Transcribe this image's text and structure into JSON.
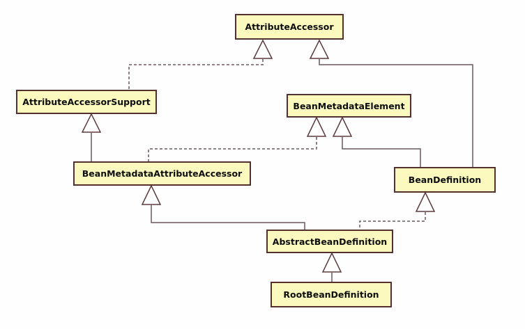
{
  "diagram": {
    "kind": "uml-class-inheritance-diagram",
    "colors": {
      "box_fill": "#fbf9bd",
      "box_border": "#53302e",
      "line": "#6d575a",
      "text": "#0d0d0d",
      "background": "#ffffff"
    },
    "classes": [
      {
        "id": "attribute-accessor",
        "label": "AttributeAccessor"
      },
      {
        "id": "attribute-accessor-support",
        "label": "AttributeAccessorSupport"
      },
      {
        "id": "bean-metadata-element",
        "label": "BeanMetadataElement"
      },
      {
        "id": "bean-metadata-attribute-accessor",
        "label": "BeanMetadataAttributeAccessor"
      },
      {
        "id": "bean-definition",
        "label": "BeanDefinition"
      },
      {
        "id": "abstract-bean-definition",
        "label": "AbstractBeanDefinition"
      },
      {
        "id": "root-bean-definition",
        "label": "RootBeanDefinition"
      }
    ],
    "relations": [
      {
        "from": "AttributeAccessorSupport",
        "to": "AttributeAccessor",
        "type": "realization-dashed"
      },
      {
        "from": "BeanDefinition",
        "to": "AttributeAccessor",
        "type": "generalization-solid"
      },
      {
        "from": "BeanMetadataAttributeAccessor",
        "to": "AttributeAccessorSupport",
        "type": "generalization-solid"
      },
      {
        "from": "BeanMetadataAttributeAccessor",
        "to": "BeanMetadataElement",
        "type": "realization-dashed"
      },
      {
        "from": "BeanDefinition",
        "to": "BeanMetadataElement",
        "type": "generalization-solid"
      },
      {
        "from": "AbstractBeanDefinition",
        "to": "BeanMetadataAttributeAccessor",
        "type": "generalization-solid"
      },
      {
        "from": "AbstractBeanDefinition",
        "to": "BeanDefinition",
        "type": "realization-dashed"
      },
      {
        "from": "RootBeanDefinition",
        "to": "AbstractBeanDefinition",
        "type": "generalization-solid"
      }
    ]
  }
}
